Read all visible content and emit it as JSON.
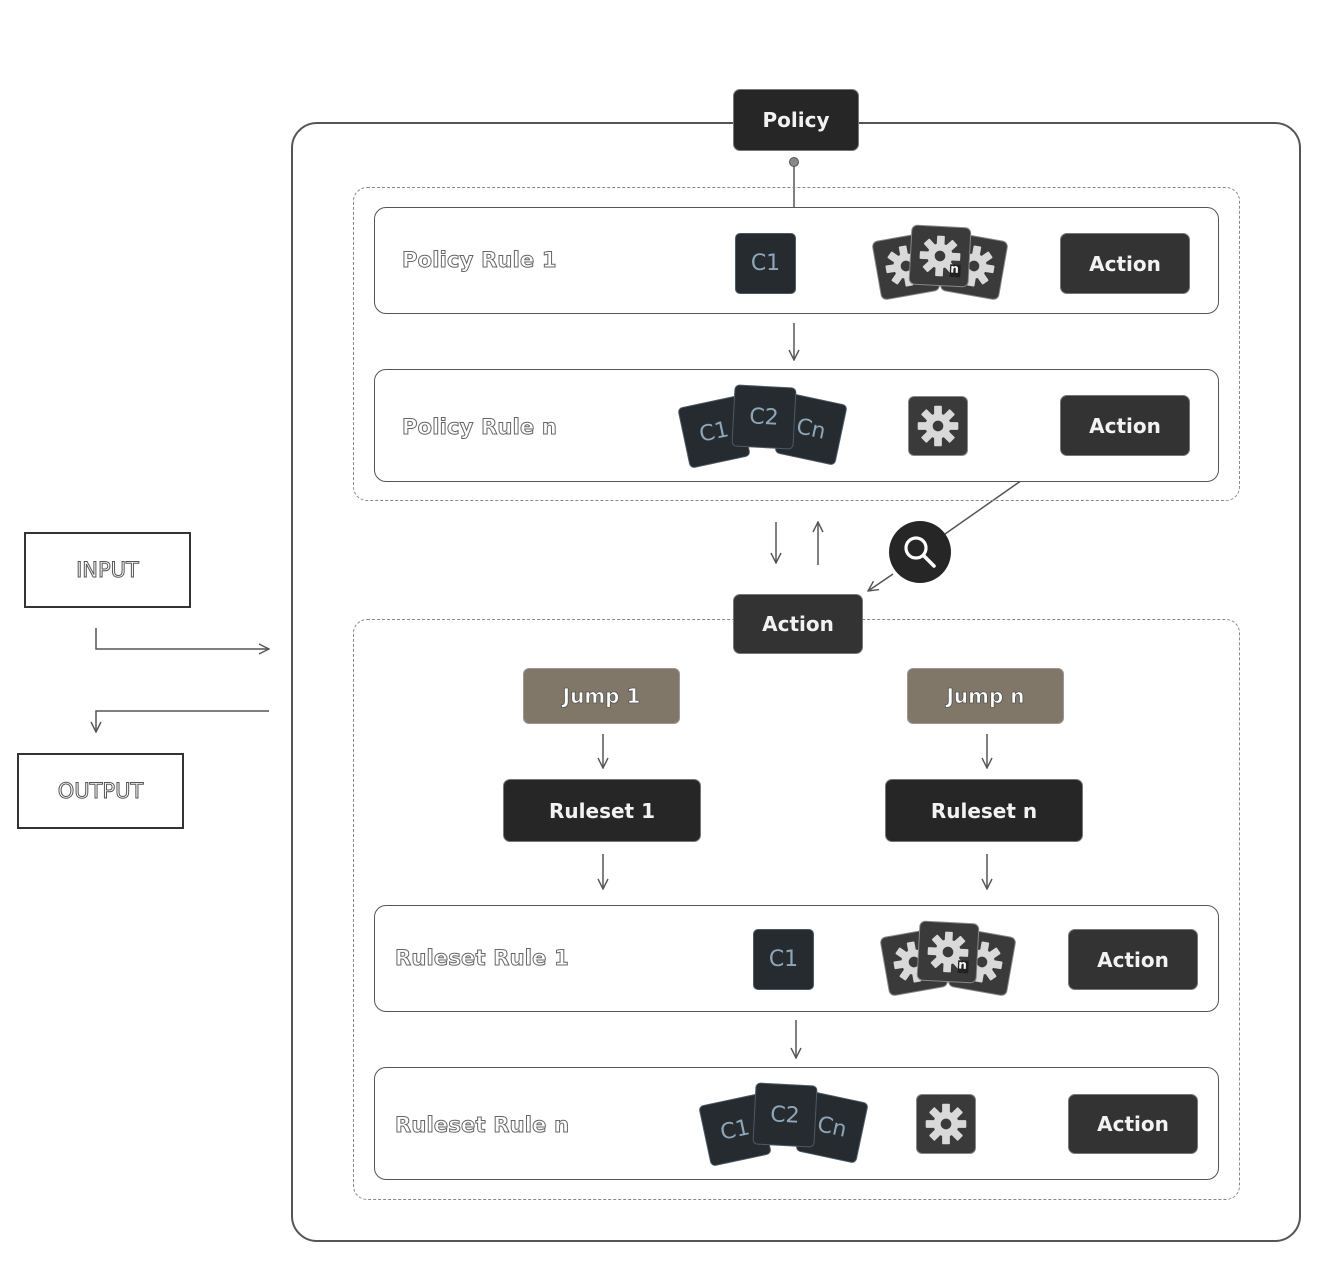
{
  "labels": {
    "input": "INPUT",
    "output": "OUTPUT",
    "policy": "Policy",
    "policy_rule_1": "Policy Rule 1",
    "policy_rule_n": "Policy Rule n",
    "middle_action": "Action",
    "jump_1": "Jump 1",
    "jump_n": "Jump n",
    "ruleset_1": "Ruleset 1",
    "ruleset_n": "Ruleset n",
    "ruleset_rule_1": "Ruleset Rule 1",
    "ruleset_rule_n": "Ruleset Rule n",
    "action": "Action",
    "gear_badge": "n"
  },
  "conditions": {
    "c1": "C1",
    "c2": "C2",
    "cn": "Cn"
  },
  "icons": {
    "gear": "gear-icon",
    "search": "search-icon"
  },
  "colors": {
    "dark_box": "#333333",
    "darker_box": "#262626",
    "jump_box": "#807769",
    "condition_card": "#262b30",
    "condition_text": "#8fa6b8"
  }
}
